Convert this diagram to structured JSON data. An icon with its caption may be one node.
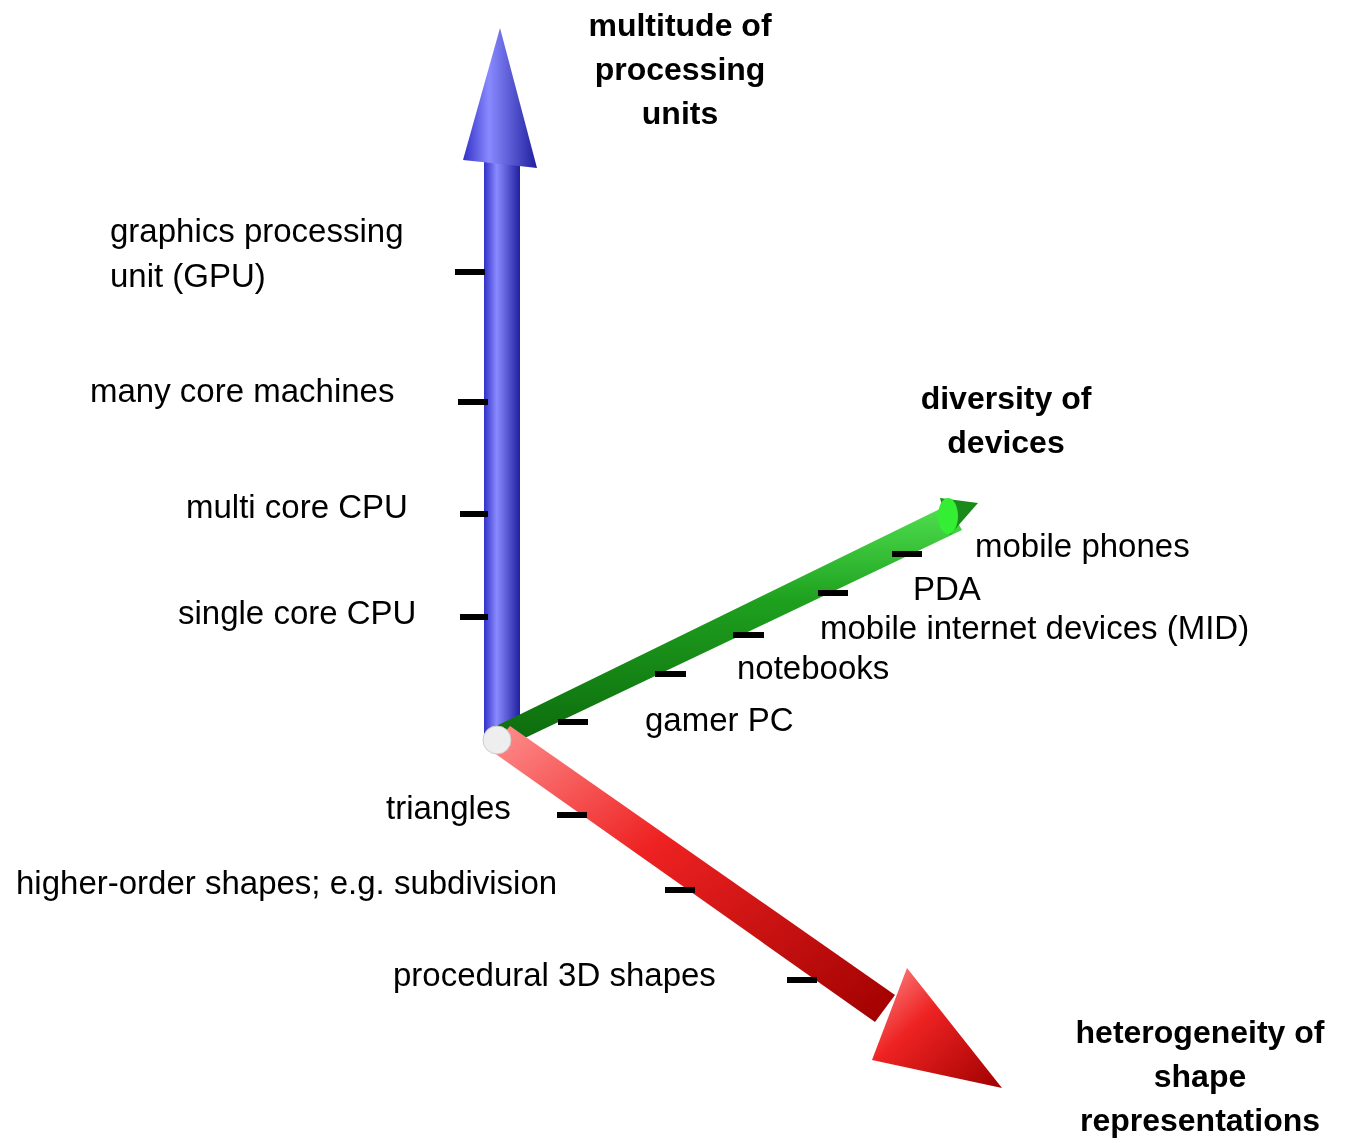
{
  "diagram": {
    "labels": [
      "multitude of processing units",
      "graphics processing unit (GPU)",
      "many core machines",
      "diversity of devices",
      "multi core CPU",
      "mobile phones",
      "PDA",
      "single core CPU",
      "mobile internet devices (MID)",
      "notebooks",
      "gamer PC",
      "triangles",
      "higher-order shapes; e.g. subdivision",
      "procedural 3D shapes",
      "heterogeneity of shape representations"
    ]
  }
}
